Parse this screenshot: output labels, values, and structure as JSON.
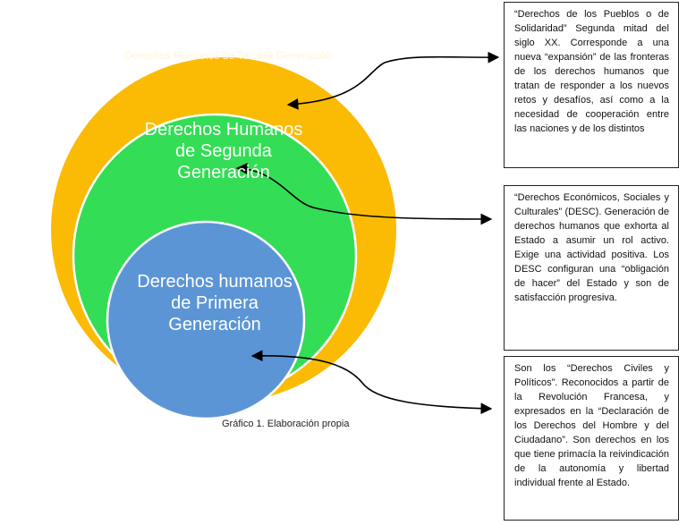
{
  "colors": {
    "third_generation": "#fbbb05",
    "second_generation": "#33dd55",
    "first_generation": "#5b95d6",
    "arrow": "#000000"
  },
  "circles": {
    "third": "Derechos Humanos de Tercera Generación",
    "second": "Derechos Humanos de Segunda Generación",
    "first": "Derechos humanos de Primera Generación"
  },
  "caption": "Gráfico 1. Elaboración propia",
  "notes": [
    "“Derechos de los Pueblos o de Solidaridad” Segunda mitad del siglo XX. Corresponde a una nueva “expansión” de las fronteras de los derechos humanos que tratan de responder a los nuevos retos y desafíos, así como a la necesidad de cooperación entre las naciones y de los distintos",
    "“Derechos Económicos, Sociales y Culturales” (DESC). Generación de derechos humanos que exhorta al Estado a asumir un rol activo. Exige una actividad positiva. Los DESC configuran una “obligación de hacer” del Estado y son de satisfacción progresiva.",
    "Son los “Derechos Civiles y Políticos”. Reconocidos a partir de la Revolución Francesa, y expresados en la “Declaración de los Derechos del Hombre y del Ciudadano”. Son derechos en los que tiene primacía la reivindicación de la autonomía y libertad individual frente al Estado."
  ]
}
